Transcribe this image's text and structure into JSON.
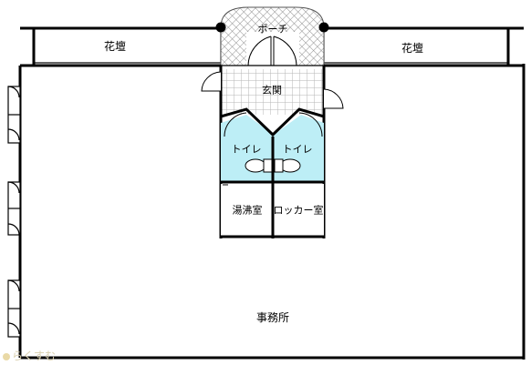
{
  "rooms": {
    "flowerbed_left": "花壇",
    "flowerbed_right": "花壇",
    "porch": "ポーチ",
    "entrance": "玄関",
    "toilet_left": "トイレ",
    "toilet_right": "トイレ",
    "kitchenette": "湯沸室",
    "locker_room": "ロッカー室",
    "office": "事務所"
  },
  "watermark": "らくすむ",
  "colors": {
    "wall": "#000000",
    "toilet_fill": "#bdeef6",
    "porch_tile": "#9a9a9a",
    "entrance_tile": "#b9b9b9"
  }
}
